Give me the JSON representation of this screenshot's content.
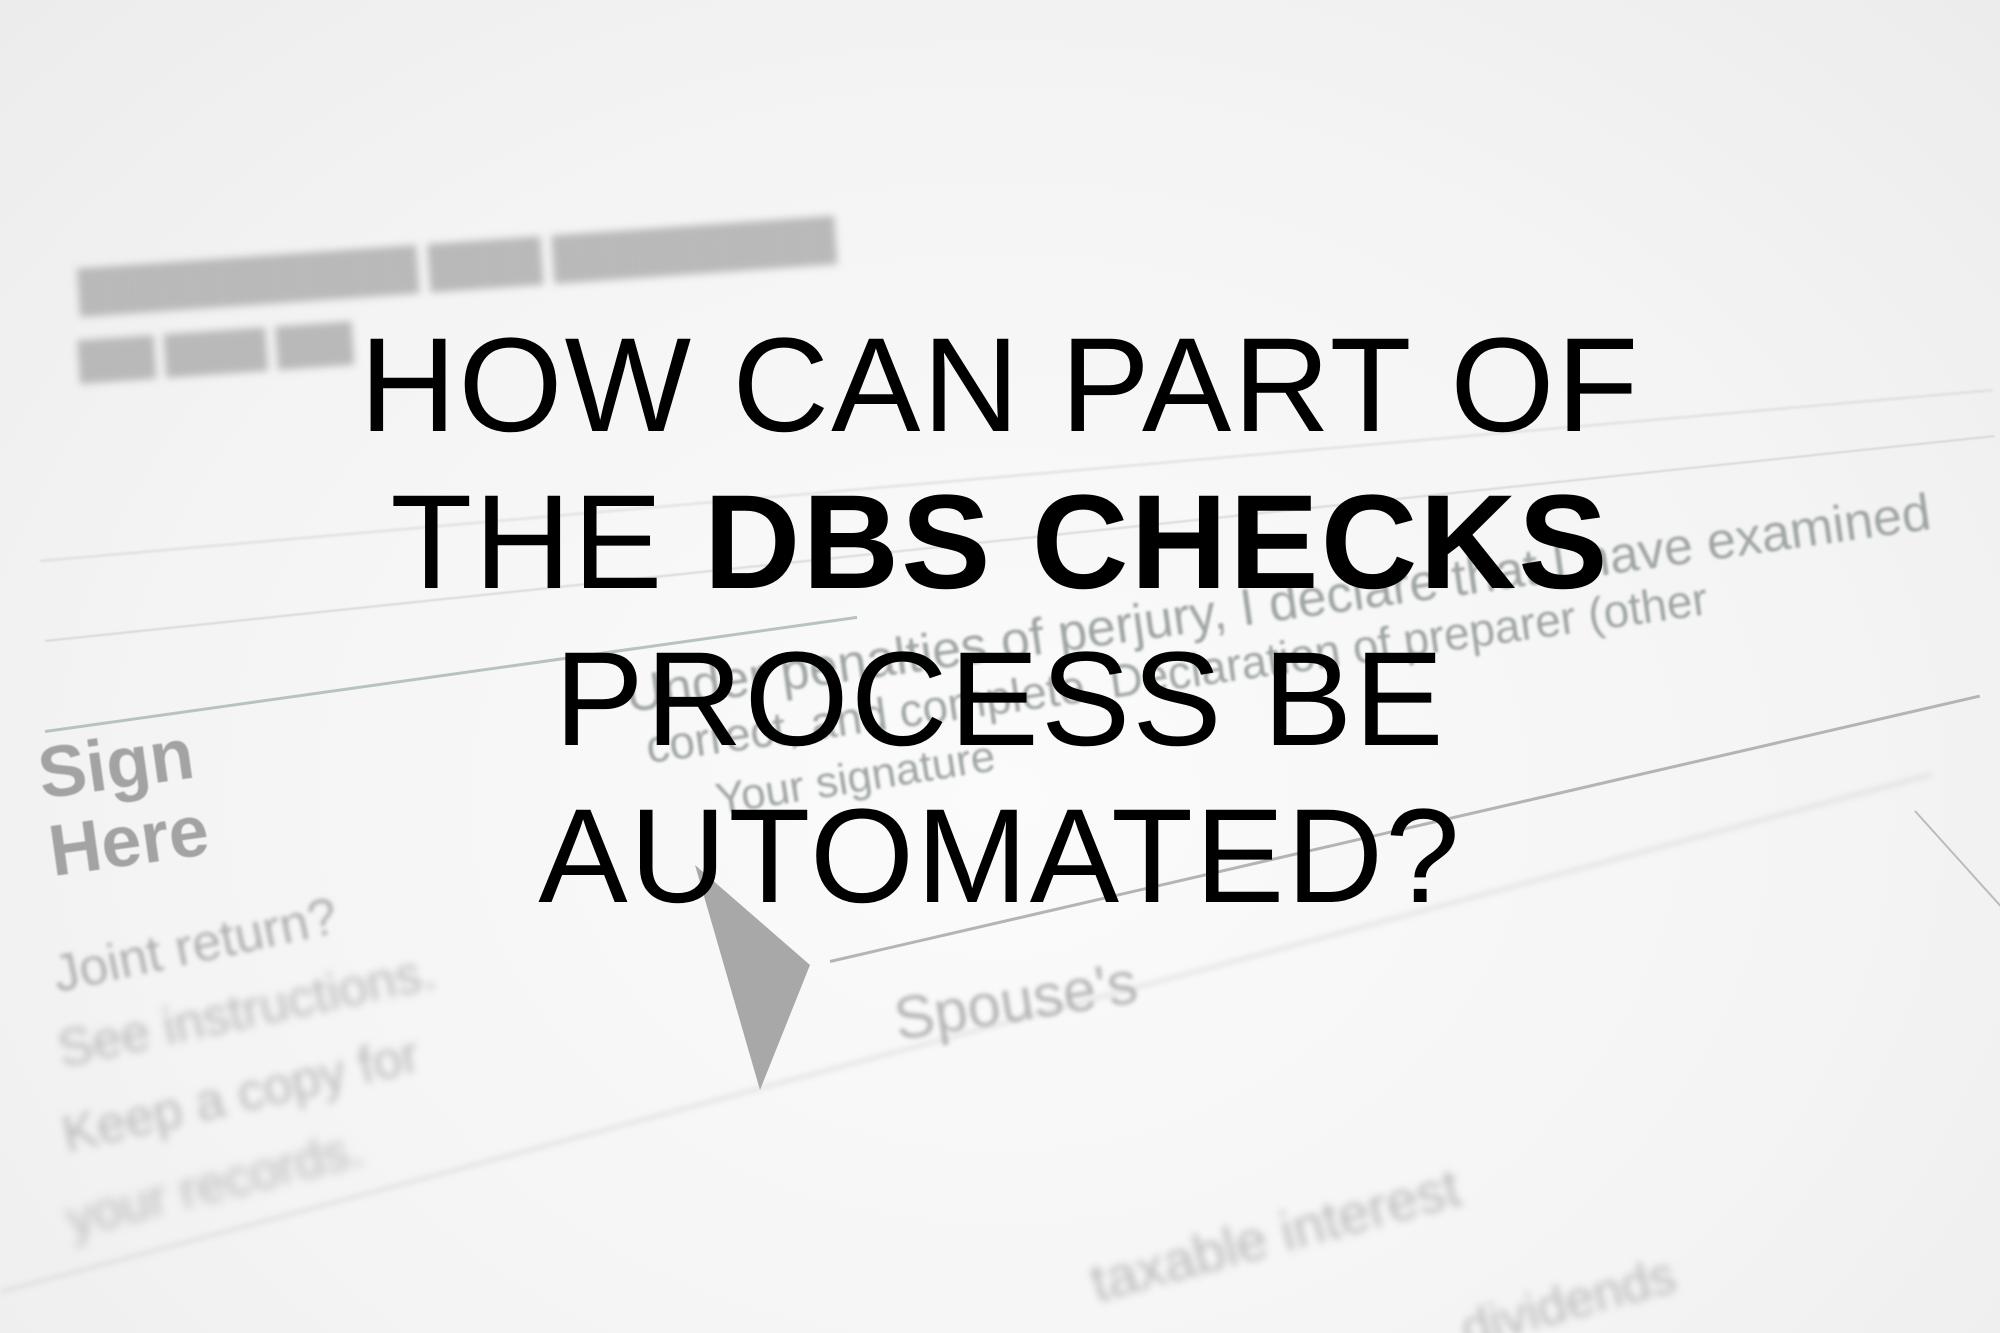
{
  "headline": {
    "line1": "HOW CAN PART OF",
    "line2_regular": "THE ",
    "line2_bold": "DBS CHECKS",
    "line3": "PROCESS BE",
    "line4": "AUTOMATED?"
  },
  "background": {
    "sign_here": [
      "Sign",
      "Here"
    ],
    "side_notes": [
      "Joint return?",
      "See instructions.",
      "Keep a copy for",
      "your records."
    ],
    "declaration": [
      "Under penalties of perjury, I declare that I have examined",
      "correct, and complete. Declaration of preparer (other",
      "Your signature"
    ],
    "spouse_label": "Spouse's",
    "lower_fields": [
      "taxable interest",
      "dividends"
    ],
    "colors": {
      "text": "#000000",
      "paper": "#f6f6f6",
      "arrow": "#a8a8a8"
    }
  }
}
